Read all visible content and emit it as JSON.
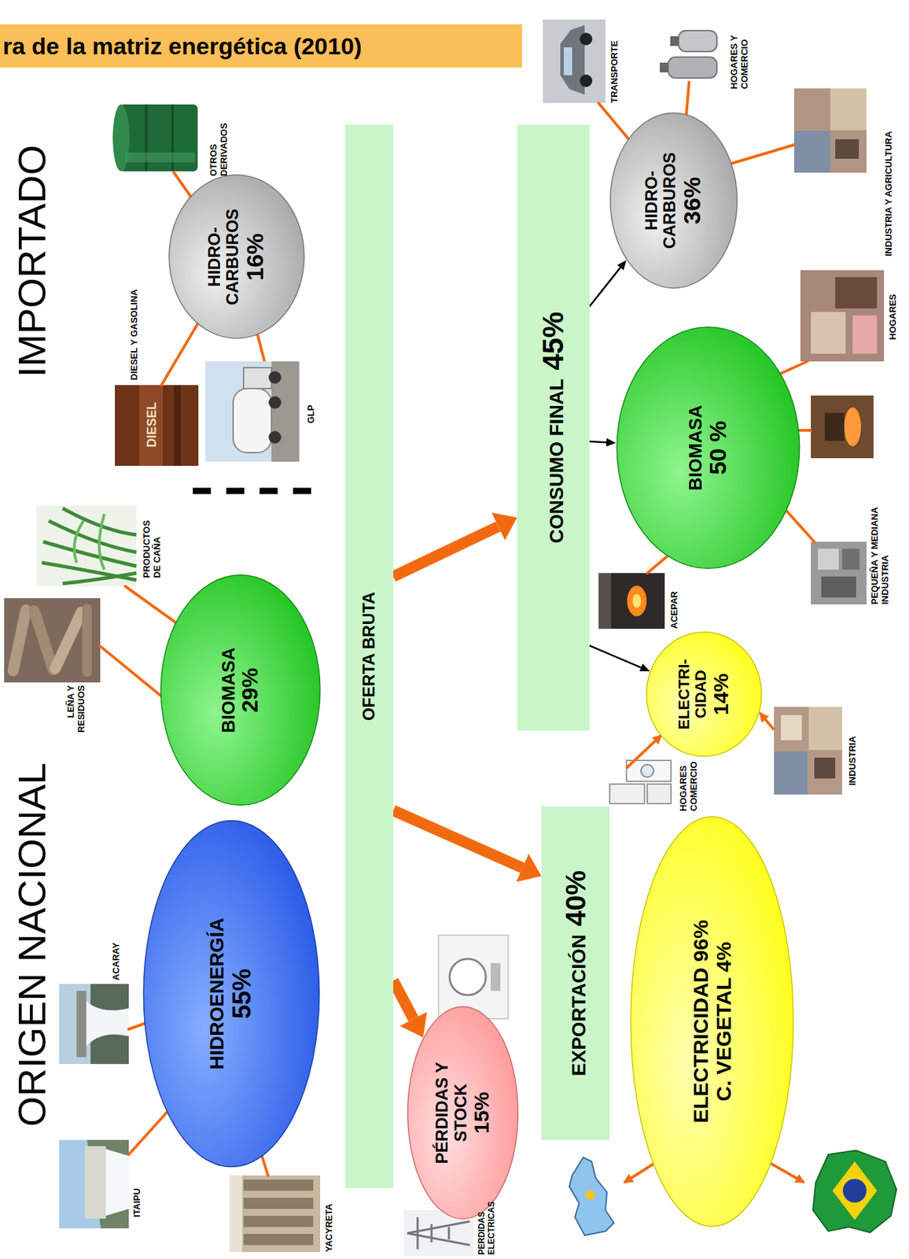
{
  "diagram": {
    "title": "ra de la matriz energética (2010)",
    "nodes": [
      {
        "text": [
          "HIDROENERGÍA",
          "55%"
        ]
      },
      {
        "text": [
          "BIOMASA",
          "29%"
        ]
      },
      {
        "text": [
          "HIDRO-CARBUROS",
          "16%"
        ]
      },
      {
        "text": [
          "OFERTA BRUTA"
        ]
      },
      {
        "text": [
          "PÉRDIDAS Y STOCK",
          "15%"
        ]
      },
      {
        "text": [
          "EXPORTACIÓN",
          "40%"
        ]
      },
      {
        "text": [
          "ELECTRICIDAD 96%",
          "C. VEGETAL 4%"
        ]
      },
      {
        "text": [
          "CONSUMO FINAL",
          "45%"
        ]
      },
      {
        "text": [
          "HIDRO-CARBUROS",
          "36%"
        ]
      },
      {
        "text": [
          "BIOMASA",
          "50 %"
        ]
      },
      {
        "text": [
          "ELECTRI-CIDAD",
          "14%"
        ]
      }
    ],
    "edges": [
      {
        "from": 3,
        "to": 7,
        "arrow": "to"
      },
      {
        "from": 3,
        "to": 5,
        "arrow": "to"
      },
      {
        "from": 3,
        "to": 4,
        "arrow": "to"
      },
      {
        "from": 7,
        "to": 8,
        "arrow": "to"
      },
      {
        "from": 7,
        "to": 9,
        "arrow": "to"
      },
      {
        "from": 7,
        "to": 10,
        "arrow": "to"
      }
    ],
    "labels": [
      "ORIGEN NACIONAL",
      "IMPORTADO",
      "ITAIPU",
      "ACARAY",
      "YACYRETA",
      "LEÑA Y RESIDUOS",
      "PRODUCTOS DE CAÑA",
      "OTROS DERIVADOS",
      "DIESEL Y GASOLINA",
      "DIESEL",
      "GLP",
      "PERDIDAS ELECTRICAS",
      "TRANSPORTE",
      "HOGARES Y COMERCIO",
      "INDUSTRIA Y AGRICULTURA",
      "HOGARES",
      "PEQUEÑA Y MEDIANA INDUSTRIA",
      "ACEPAR",
      "HOGARES COMERCIO",
      "INDUSTRIA"
    ]
  }
}
